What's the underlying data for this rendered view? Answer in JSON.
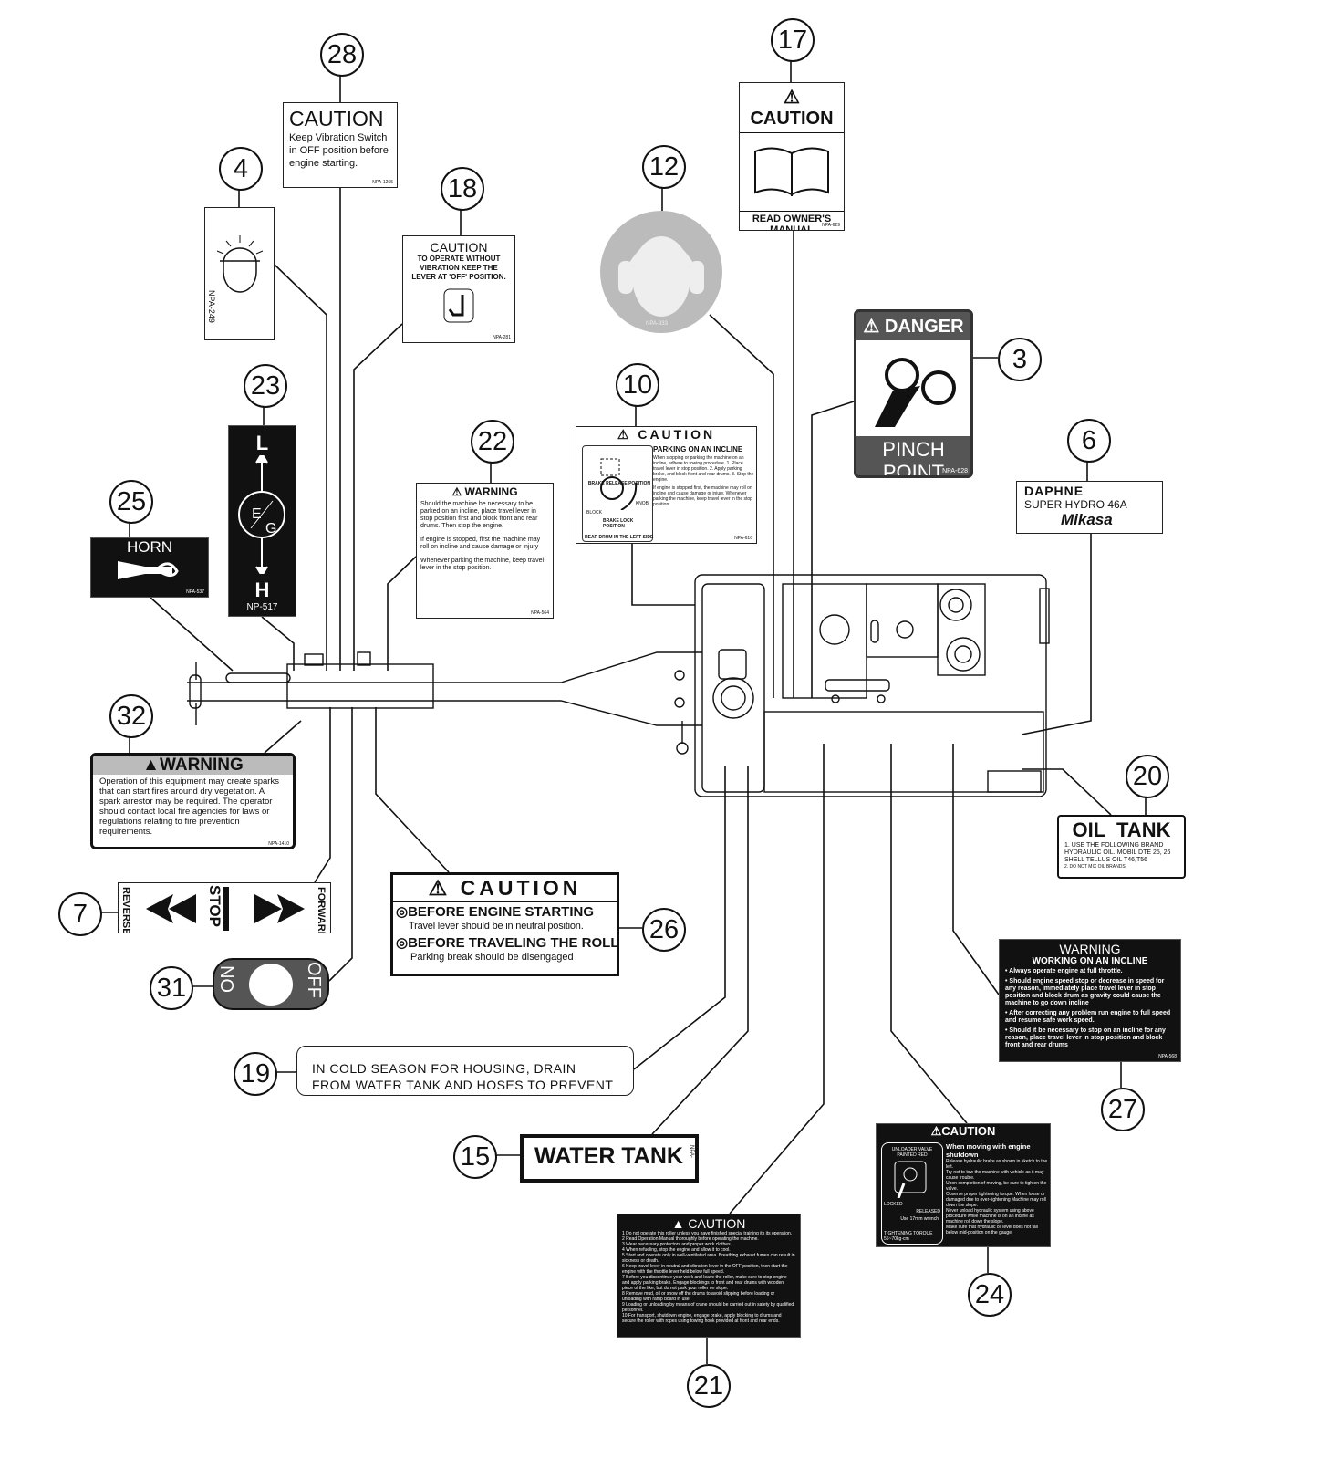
{
  "callouts": [
    "28",
    "4",
    "18",
    "17",
    "12",
    "3",
    "10",
    "22",
    "23",
    "25",
    "6",
    "32",
    "20",
    "7",
    "26",
    "31",
    "19",
    "27",
    "15",
    "24",
    "21"
  ],
  "labels": {
    "l28": {
      "title": "CAUTION",
      "text": "Keep Vibration Switch in OFF position before engine starting.",
      "code": "NPA-1265"
    },
    "l4": {
      "code": "NPA-249"
    },
    "l18": {
      "title": "CAUTION",
      "text": "TO OPERATE WITHOUT VIBRATION KEEP THE LEVER AT 'OFF' POSITION.",
      "code": "NPA-281"
    },
    "l17": {
      "title": "CAUTION",
      "text": "READ OWNER'S MANUAL",
      "code": "NPA-629"
    },
    "l12": {
      "code": "NPA-333"
    },
    "l3": {
      "title": "DANGER",
      "text": "PINCH POINT",
      "code": "NPA-628"
    },
    "l10": {
      "title": "CAUTION",
      "subtitle": "PARKING ON AN INCLINE",
      "items": [
        "When stopping or parking the machine on an incline, adhere to towing procedure. 1. Place travel lever in stop position. 2. Apply parking brake, and block front and rear drums. 3. Stop the engine.",
        "If engine is stopped first, the machine may roll on incline and cause damage or injury. Whenever parking the machine, keep travel lever in the stop position."
      ],
      "fig": [
        "BRAKE RELEASE POSITION",
        "KNOB",
        "BLOCK",
        "BRAKE LOCK POSITION",
        "REAR DRUM IN THE LEFT SIDE"
      ],
      "code": "NPA-616"
    },
    "l22": {
      "title": "WARNING",
      "items": [
        "Should the machine be necessary to be parked on an incline, place travel lever in stop position first and block front and rear drums. Then stop the engine.",
        "If engine is stopped, first the machine may roll on incline and cause damage or injury",
        "Whenever parking the machine, keep travel lever in the stop position."
      ],
      "code": "NPA-564"
    },
    "l23": {
      "top": "L",
      "mid1": "E",
      "mid2": "G",
      "bottom": "H",
      "code": "NP-517"
    },
    "l25": {
      "title": "HORN",
      "code": "NPA-537"
    },
    "l6": {
      "line1": "DAPHNE",
      "line2": "SUPER HYDRO 46A",
      "brand": "Mikasa"
    },
    "l32": {
      "title": "WARNING",
      "text": "Operation of this equipment may create sparks that can start fires around dry vegetation. A spark arrestor may be required. The operator should contact local fire agencies for laws or regulations relating to fire prevention requirements.",
      "code": "NPA-1410"
    },
    "l20": {
      "title": "OIL  TANK",
      "items": [
        "1. USE THE FOLLOWING BRAND HYDRAULIC OIL. MOBIL DTE 25, 26 SHELL TELLUS OIL T46,T56",
        "2. DO NOT MIX OIL BRANDS."
      ]
    },
    "l7": {
      "left": "REVERSE",
      "mid": "STOP",
      "right": "FORWARD"
    },
    "l26": {
      "title": "CAUTION",
      "h1": "BEFORE ENGINE STARTING",
      "t1": "Travel lever should be in neutral position.",
      "h2": "BEFORE TRAVELING THE ROLLER",
      "t2": "Parking break should be disengaged"
    },
    "l31": {
      "on": "ON",
      "off": "OFF"
    },
    "l19": {
      "text": "IN COLD SEASON FOR HOUSING, DRAIN FROM WATER TANK AND HOSES TO PREVENT FREEZING"
    },
    "l27": {
      "title": "WARNING",
      "subtitle": "WORKING ON AN INCLINE",
      "items": [
        "Always operate engine at full throttle.",
        "Should engine speed stop or decrease in speed for any reason, immediately place travel lever in stop position and block drum as gravity could cause the machine to go down incline",
        "After correcting any problem run engine to full speed and resume safe work speed.",
        "Should it be necessary to stop on an incline for any reason, place travel lever in stop position and block front and rear drums"
      ],
      "code": "NPA-568"
    },
    "l15": {
      "title": "WATER TANK",
      "code": "NPA-"
    },
    "l24": {
      "title": "CAUTION",
      "subtitle": "When moving with engine shutdown",
      "items": [
        "Release hydraulic brake as shown in sketch to the left.",
        "Try not to tow the machine with vehicle as it may cause trouble.",
        "Upon completion of moving, be sure to tighten the valve.",
        "Observe proper tightening torque. When loose or damaged due to over-tightening Machine may roll down the slope.",
        "Never unload hydraulic system using above procedure while machine is on an incline as machine roll down the slope.",
        "Make sure that hydraulic oil level does not fall below mid-position on the gauge."
      ],
      "fig": [
        "UNLOADER VALVE PAINTED RED",
        "LOCKED",
        "RELEASED",
        "Use 17mm wrench",
        "TIGHTENING TORQUE 55~70kg-cm"
      ]
    },
    "l21": {
      "title": "CAUTION",
      "items": [
        "1 Do not operate this roller unless you have finished special training its its operation.",
        "2 Read Operation Manual thoroughly before operating the machine.",
        "3 Wear necessary protectors and proper work clothes.",
        "4 When refueling, stop the engine and allow it to cool.",
        "5 Start and operate only in well-ventilated area. Breathing exhaust fumes can result in sickness or death.",
        "6 Keep travel lever in neutral and vibration lever in the OFF position, then start the engine with the throttle lever held below full speed.",
        "7 Before you discontinue your work and leave the roller, make sure to stop engine and apply parking brake. Engage blockings to front and rear drums with wooden piece of the like, but do not park your roller on slope.",
        "8 Remove mud, oil or snow off the drums to avoid slipping before loading or unloading with ramp board in use.",
        "9 Loading or unloading by means of crane should be carried out in safety by qualified personnel.",
        "10 For transport, shutdown engine, engage brake, apply blocking to drums and secure the roller with ropes using towing hook provided at front and rear ends."
      ]
    }
  }
}
